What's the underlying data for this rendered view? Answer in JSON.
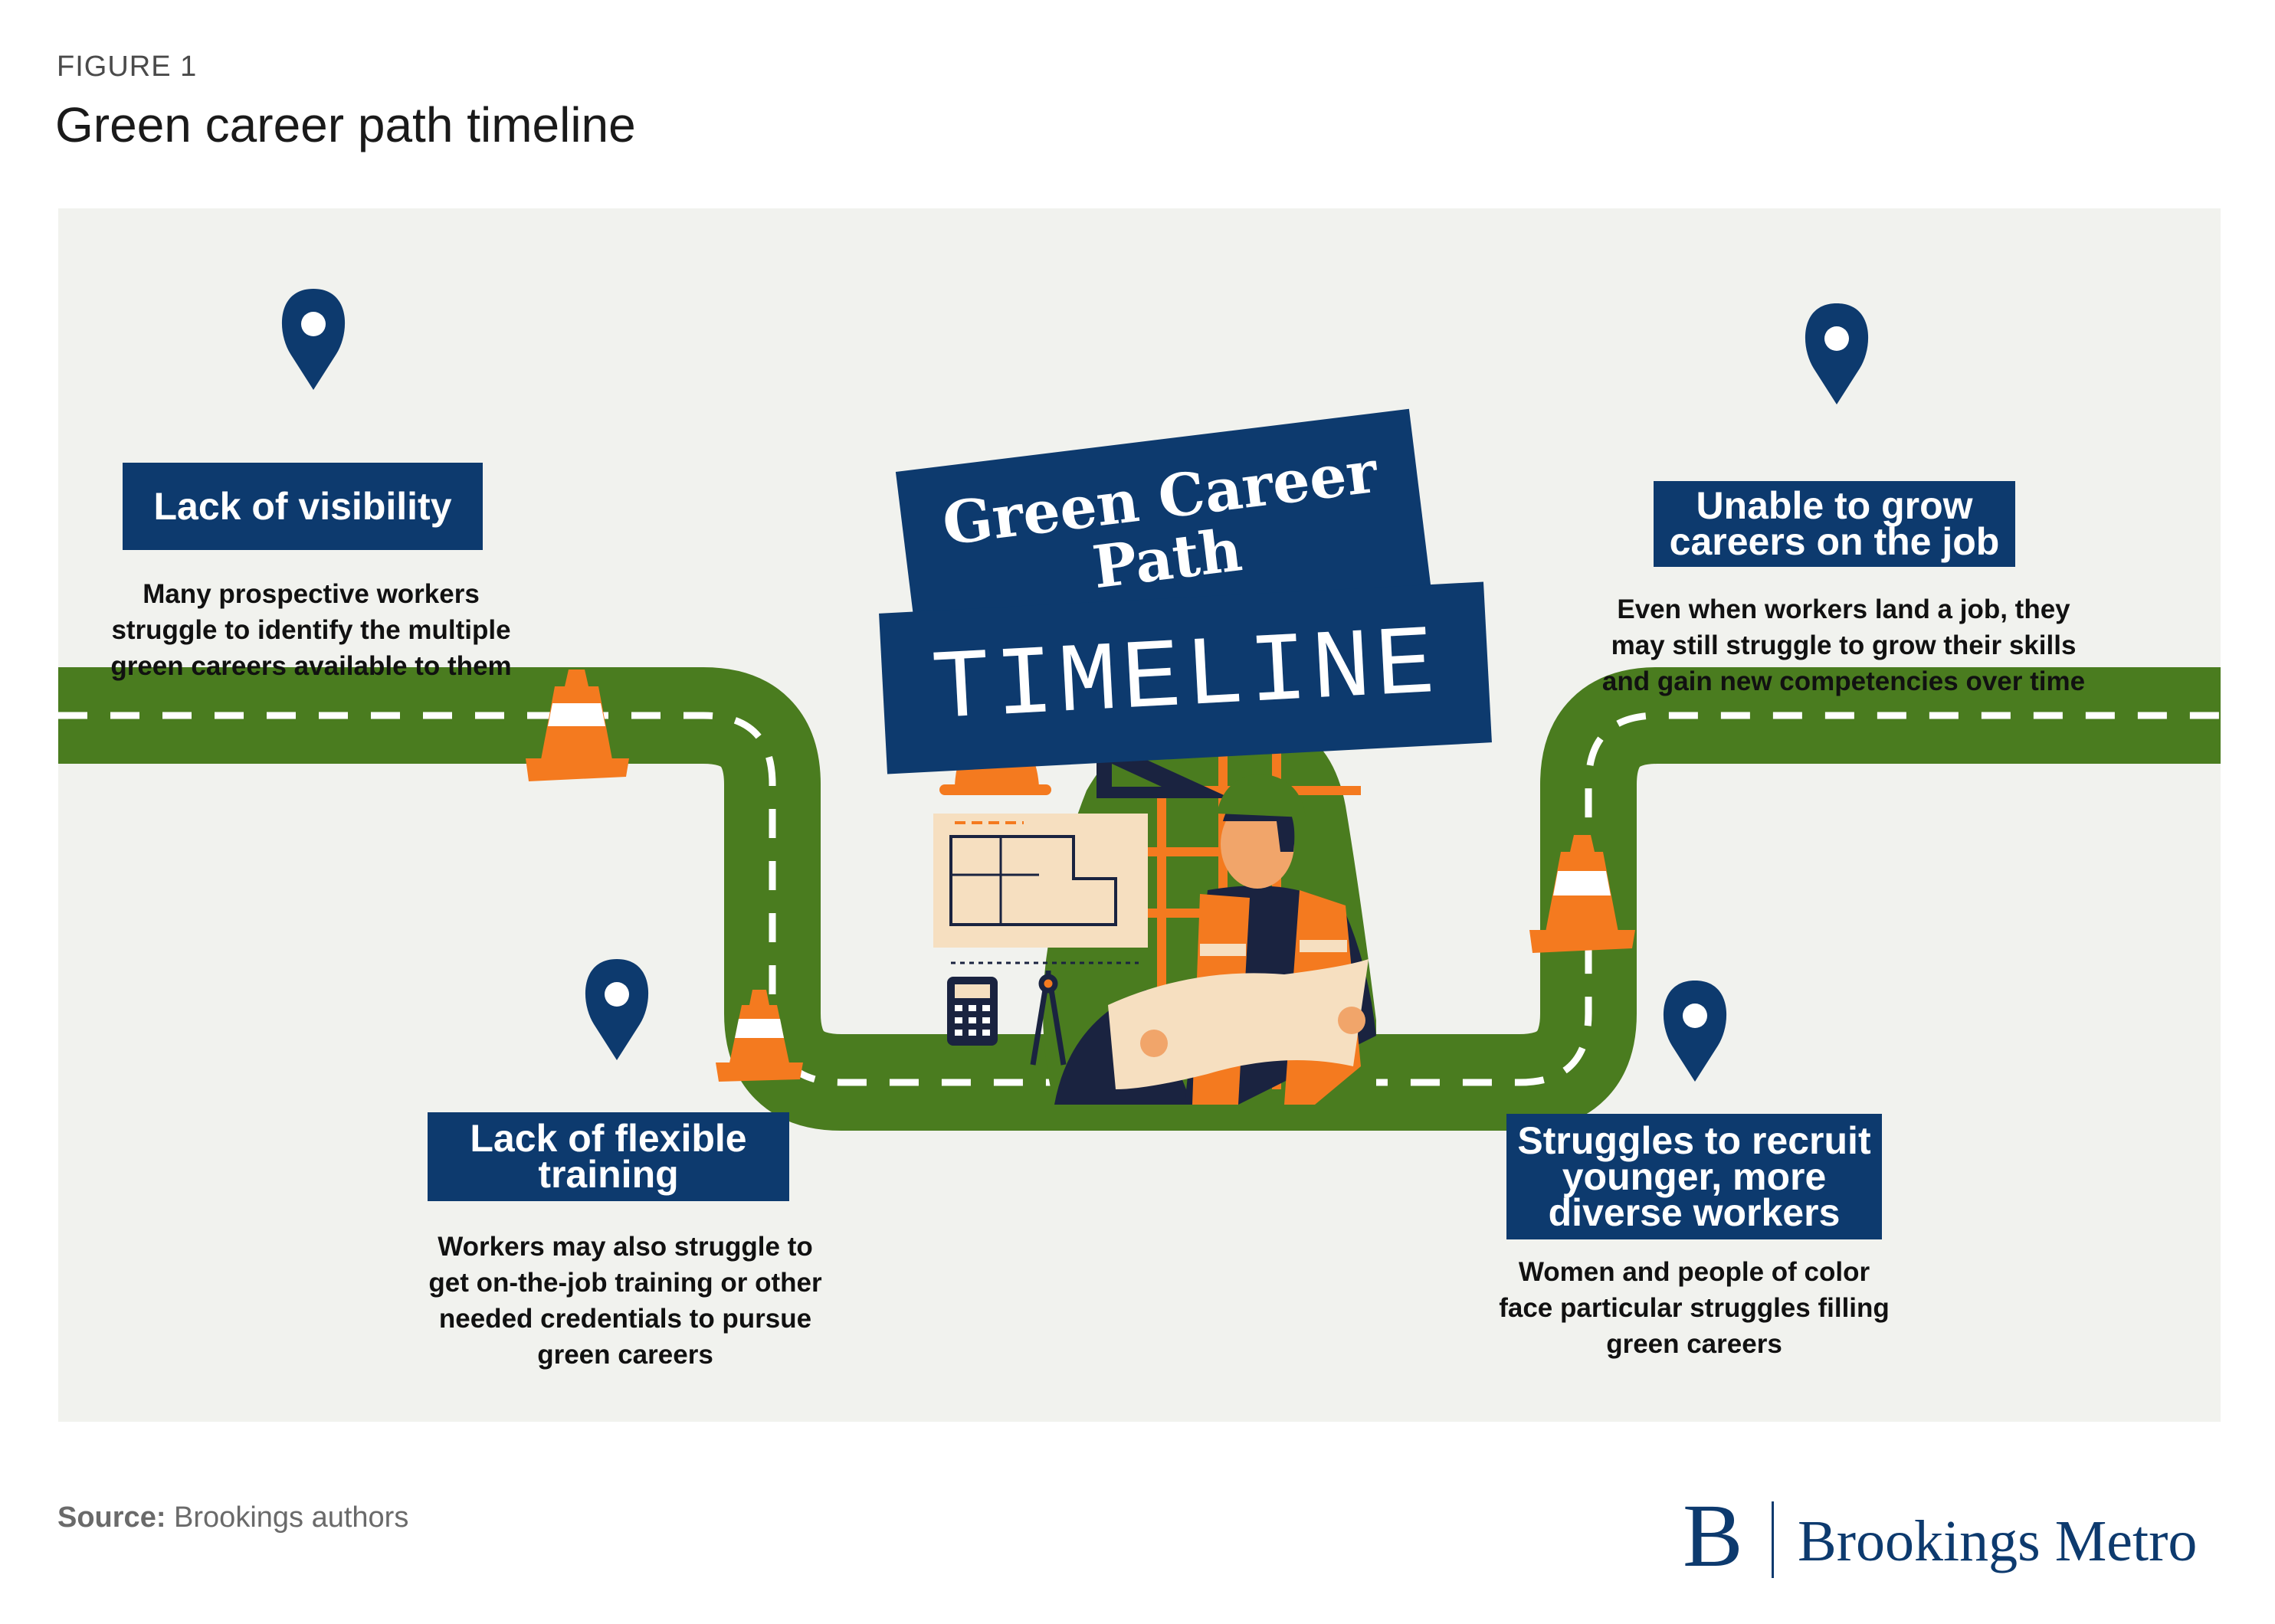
{
  "figure": {
    "label": "FIGURE 1",
    "title": "Green career path timeline"
  },
  "banner": {
    "line1": "Green Career",
    "line2": "Path",
    "line3": "TIMELINE"
  },
  "milestones": [
    {
      "id": "visibility",
      "title": [
        "Lack of visibility"
      ],
      "description": [
        "Many prospective workers",
        "struggle to identify the multiple",
        "green careers available to them"
      ]
    },
    {
      "id": "flexible-training",
      "title": [
        "Lack of flexible",
        "training"
      ],
      "description": [
        "Workers may also struggle to",
        "get on-the-job training or other",
        "needed credentials to pursue",
        "green careers"
      ]
    },
    {
      "id": "grow-careers",
      "title": [
        "Unable to grow",
        "careers on the job"
      ],
      "description": [
        "Even when workers land a job, they",
        "may still struggle to grow their skills",
        "and gain new competencies over time"
      ]
    },
    {
      "id": "recruit",
      "title": [
        "Struggles to recruit",
        "younger, more",
        "diverse workers"
      ],
      "description": [
        "Women and people of color",
        "face particular struggles filling",
        "green careers"
      ]
    }
  ],
  "icons": {
    "pins": [
      "map-pin-icon",
      "map-pin-icon",
      "map-pin-icon",
      "map-pin-icon"
    ],
    "cones": [
      "traffic-cone-icon",
      "traffic-cone-icon",
      "traffic-cone-icon"
    ],
    "worker": "construction-worker-illustration"
  },
  "colors": {
    "navy": "#0d3a6e",
    "road_green": "#4a7c1f",
    "orange": "#f47a1f",
    "panel_bg": "#f1f2ee"
  },
  "footer": {
    "source_label": "Source:",
    "source_text": "Brookings authors",
    "brand_logo": "B",
    "brand_name": "Brookings Metro"
  }
}
